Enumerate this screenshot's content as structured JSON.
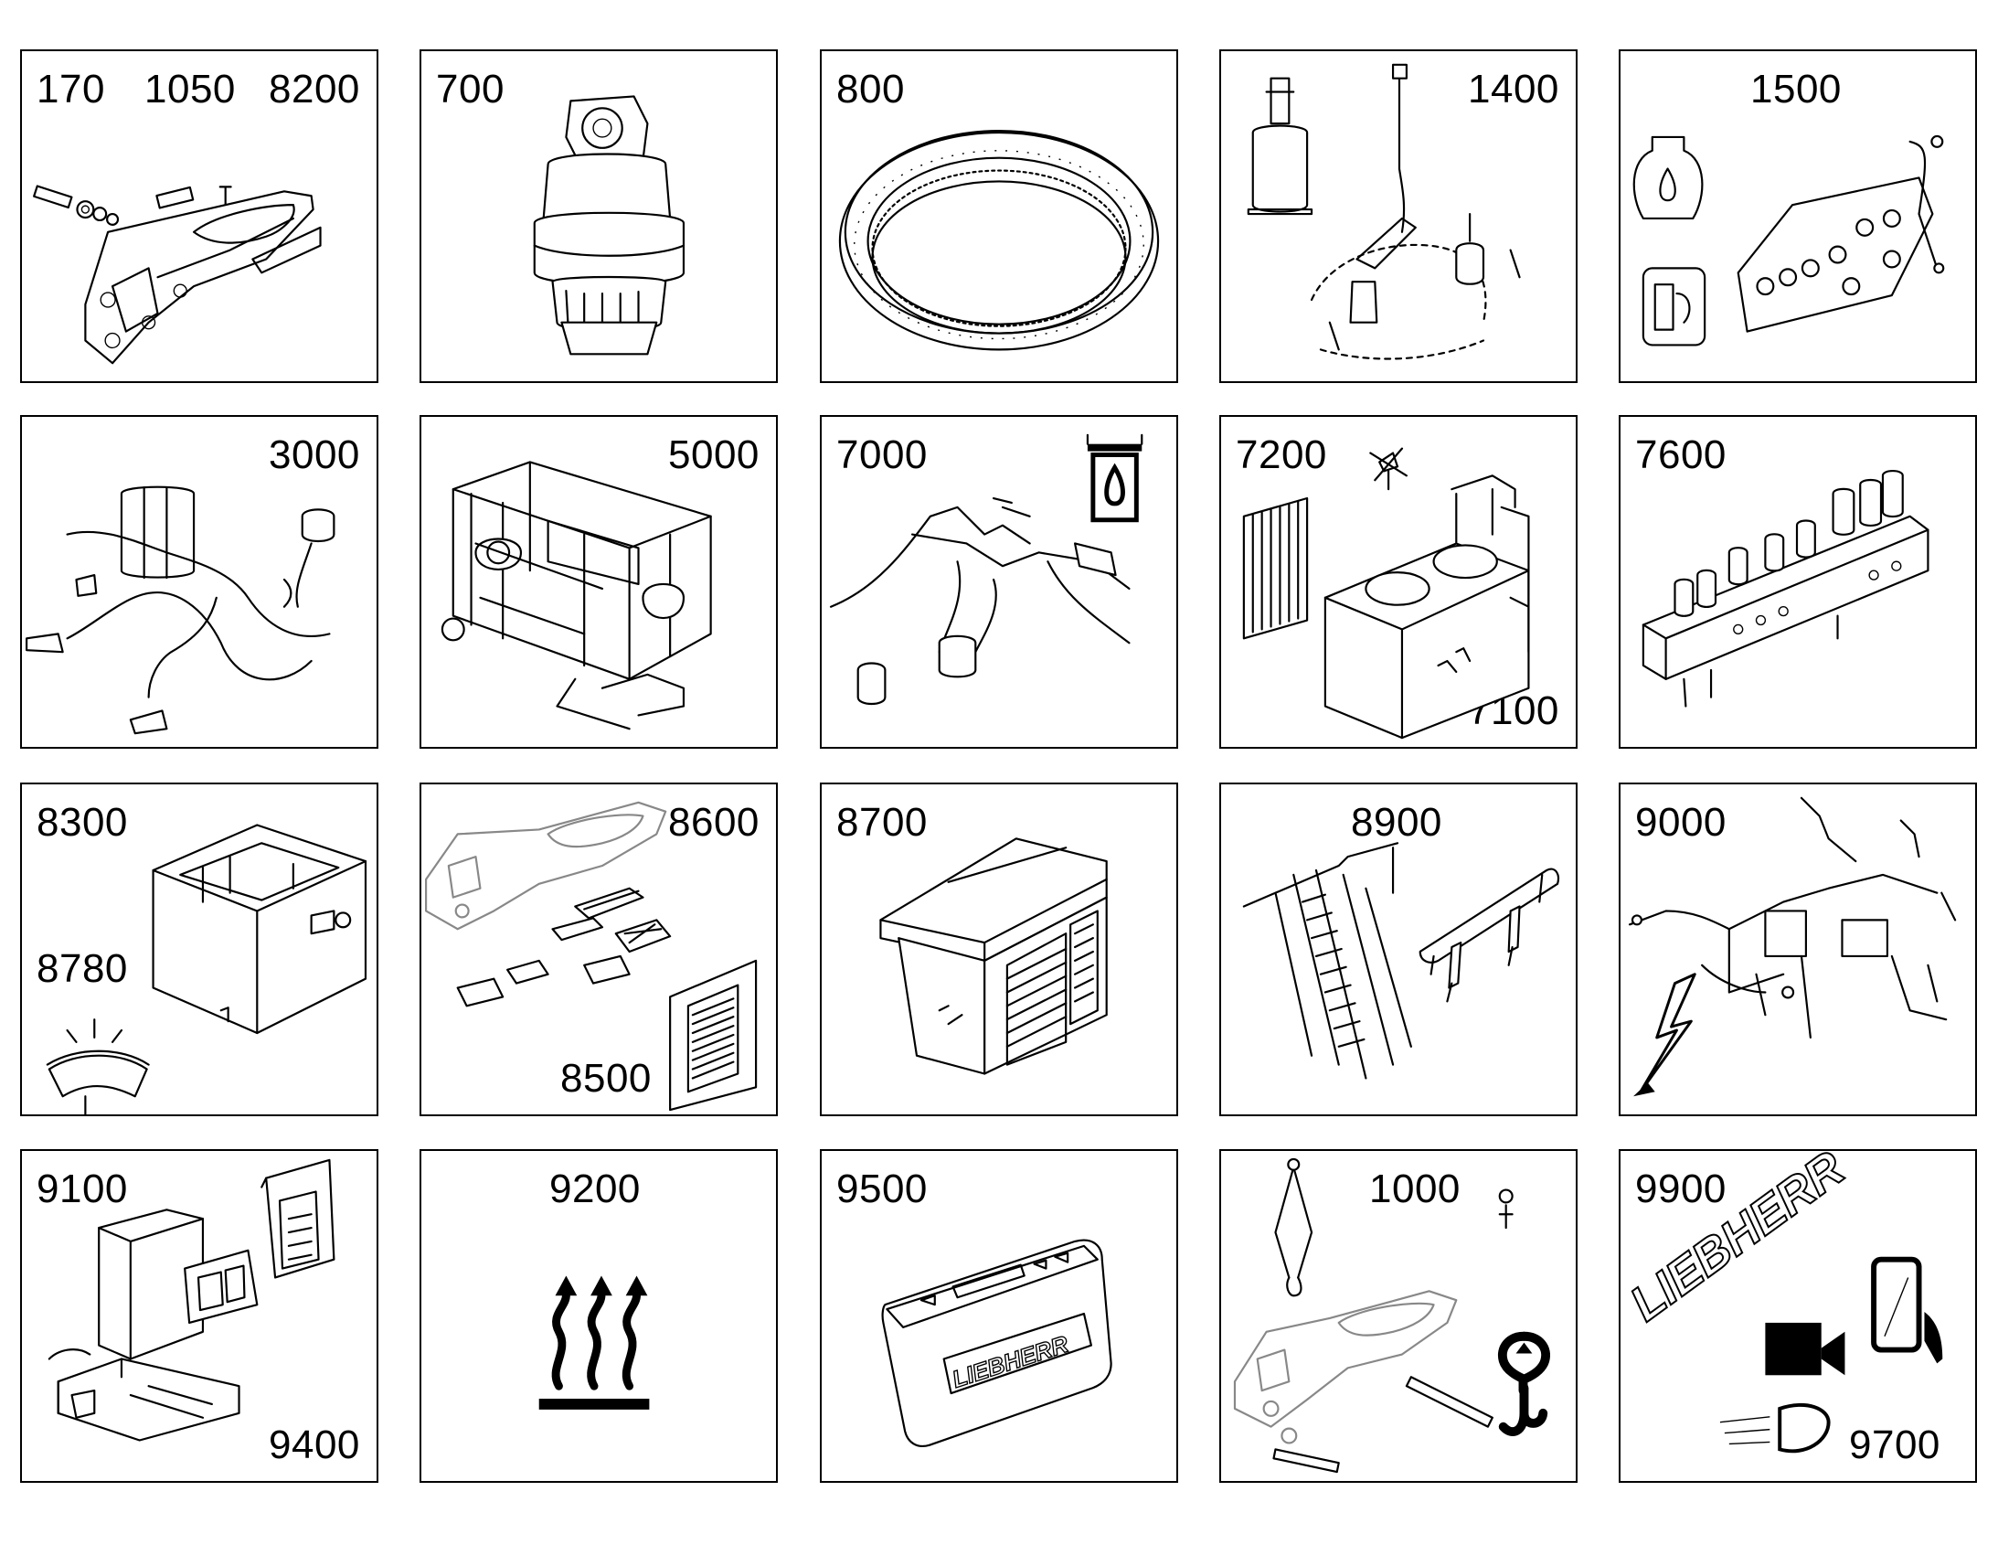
{
  "tiles": [
    {
      "id": "t1",
      "labels": [
        "170",
        "1050",
        "8200"
      ],
      "icon": "swing-frame-pin"
    },
    {
      "id": "t2",
      "labels": [
        "700"
      ],
      "icon": "travel-drive"
    },
    {
      "id": "t3",
      "labels": [
        "800"
      ],
      "icon": "slewing-ring"
    },
    {
      "id": "t4",
      "labels": [
        "1400"
      ],
      "icon": "central-lubrication"
    },
    {
      "id": "t5",
      "labels": [
        "1500"
      ],
      "icon": "fuel-valve-block"
    },
    {
      "id": "t6",
      "labels": [
        "3000"
      ],
      "icon": "hydraulic-lines"
    },
    {
      "id": "t7",
      "labels": [
        "5000"
      ],
      "icon": "engine-frame"
    },
    {
      "id": "t8",
      "labels": [
        "7000"
      ],
      "icon": "hydraulic-tank"
    },
    {
      "id": "t9",
      "labels": [
        "7200",
        "7100"
      ],
      "icon": "cooler-tank"
    },
    {
      "id": "t10",
      "labels": [
        "7600"
      ],
      "icon": "control-valve"
    },
    {
      "id": "t11",
      "labels": [
        "8300",
        "8780"
      ],
      "icon": "counterweight-gauge"
    },
    {
      "id": "t12",
      "labels": [
        "8600",
        "8500"
      ],
      "icon": "covers-grille"
    },
    {
      "id": "t13",
      "labels": [
        "8700"
      ],
      "icon": "operator-cab"
    },
    {
      "id": "t14",
      "labels": [
        "8900"
      ],
      "icon": "ladder-railing"
    },
    {
      "id": "t15",
      "labels": [
        "9000"
      ],
      "icon": "electrical-lightning"
    },
    {
      "id": "t16",
      "labels": [
        "9100",
        "9400"
      ],
      "icon": "electrical-boxes"
    },
    {
      "id": "t17",
      "labels": [
        "9200"
      ],
      "icon": "heater"
    },
    {
      "id": "t18",
      "labels": [
        "9500"
      ],
      "icon": "liebherr-panel"
    },
    {
      "id": "t19",
      "labels": [
        "1000"
      ],
      "icon": "lifting-hook"
    },
    {
      "id": "t20",
      "labels": [
        "9900",
        "9700"
      ],
      "icon": "camera-mirror-light"
    }
  ],
  "logos": {
    "tile18": "LIEBHERR",
    "tile20": "LIEBHERR"
  }
}
